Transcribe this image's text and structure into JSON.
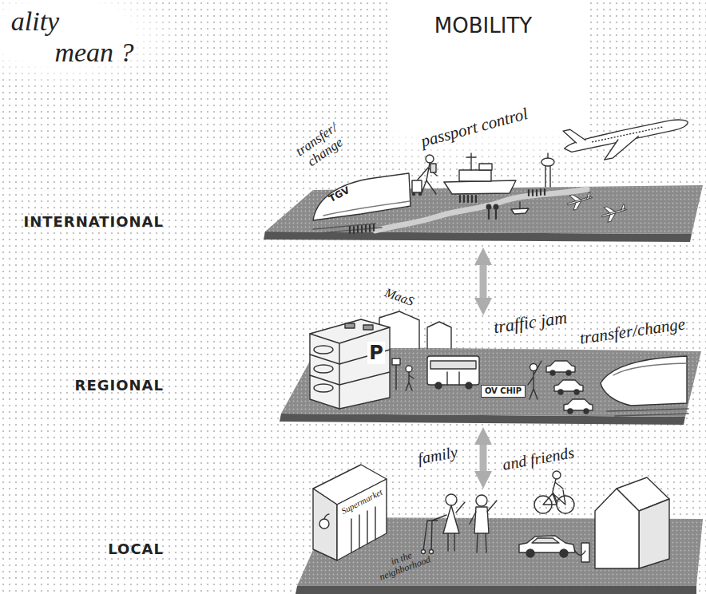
{
  "diagram": {
    "title": "MOBILITY",
    "nodes": [
      {
        "text": [
          "INTERNATIONAL"
        ]
      },
      {
        "text": [
          "REGIONAL"
        ]
      },
      {
        "text": [
          "OV CHIP"
        ],
        "in": 1
      },
      {
        "text": [
          "LOCAL"
        ]
      }
    ],
    "edges": [
      {
        "from": 0,
        "to": 1,
        "arrow": "both"
      },
      {
        "from": 1,
        "to": 3,
        "arrow": "both"
      }
    ],
    "labels": [
      "ality",
      "mean ?",
      "transfer/ change",
      "TGV",
      "passport control",
      "MaaS",
      "P",
      "traffic jam",
      "transfer/change",
      "family",
      "and friends",
      "Supermarket",
      "in the neighborhood"
    ]
  }
}
